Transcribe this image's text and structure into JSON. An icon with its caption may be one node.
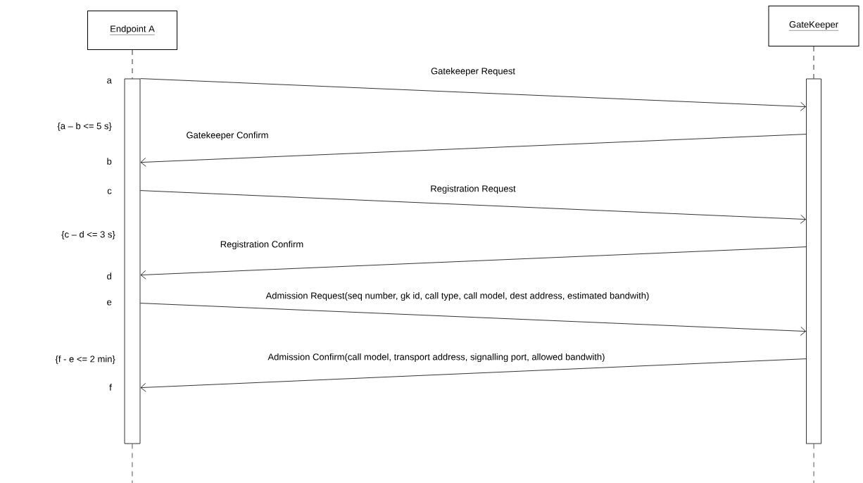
{
  "diagram": {
    "nodes": [
      {
        "text": [
          "Endpoint A"
        ]
      },
      {
        "text": [
          "GateKeeper"
        ]
      },
      {
        "text": [],
        "shape": "bar"
      },
      {
        "text": [],
        "shape": "bar"
      }
    ],
    "edges": [
      {
        "from": 0,
        "to": 2,
        "arrow": "none",
        "style": "dashed"
      },
      {
        "from": 2,
        "to": null,
        "arrow": "none",
        "style": "dashed"
      },
      {
        "from": 1,
        "to": 3,
        "arrow": "none",
        "style": "dashed"
      },
      {
        "from": 3,
        "to": null,
        "arrow": "none",
        "style": "dashed"
      },
      {
        "from": 2,
        "to": 3,
        "arrow": "to",
        "label": "Gatekeeper Request"
      },
      {
        "from": 3,
        "to": 2,
        "arrow": "to",
        "label": "Gatekeeper Confirm"
      },
      {
        "from": 2,
        "to": 3,
        "arrow": "to",
        "label": "Registration Request"
      },
      {
        "from": 3,
        "to": 2,
        "arrow": "to",
        "label": "Registration Confirm"
      },
      {
        "from": 2,
        "to": 3,
        "arrow": "to",
        "label": "Admission Request(seq number, gk id, call type, call model, dest address, estimated bandwith)"
      },
      {
        "from": 3,
        "to": 2,
        "arrow": "to",
        "label": "Admission Confirm(call model, transport address, signalling port, allowed bandwith)"
      }
    ],
    "labels": [
      "a",
      "{a – b <= 5 s}",
      "b",
      "c",
      "{c – d <= 3 s}",
      "d",
      "e",
      "{f - e <= 2 min}",
      "f"
    ]
  }
}
